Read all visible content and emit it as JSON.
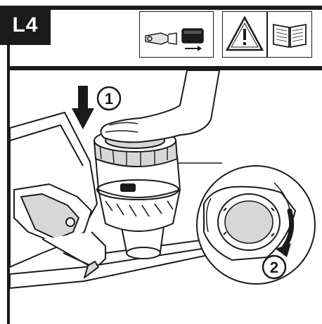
{
  "step": {
    "label": "L4"
  },
  "callouts": {
    "one": "1",
    "two": "2"
  },
  "icons": {
    "battery": "battery-remove-icon",
    "warning": "warning-triangle-icon",
    "manual": "read-manual-book-icon"
  },
  "colors": {
    "ink": "#1a1a1a",
    "shade": "#d7d7d7",
    "paper": "#ffffff"
  }
}
